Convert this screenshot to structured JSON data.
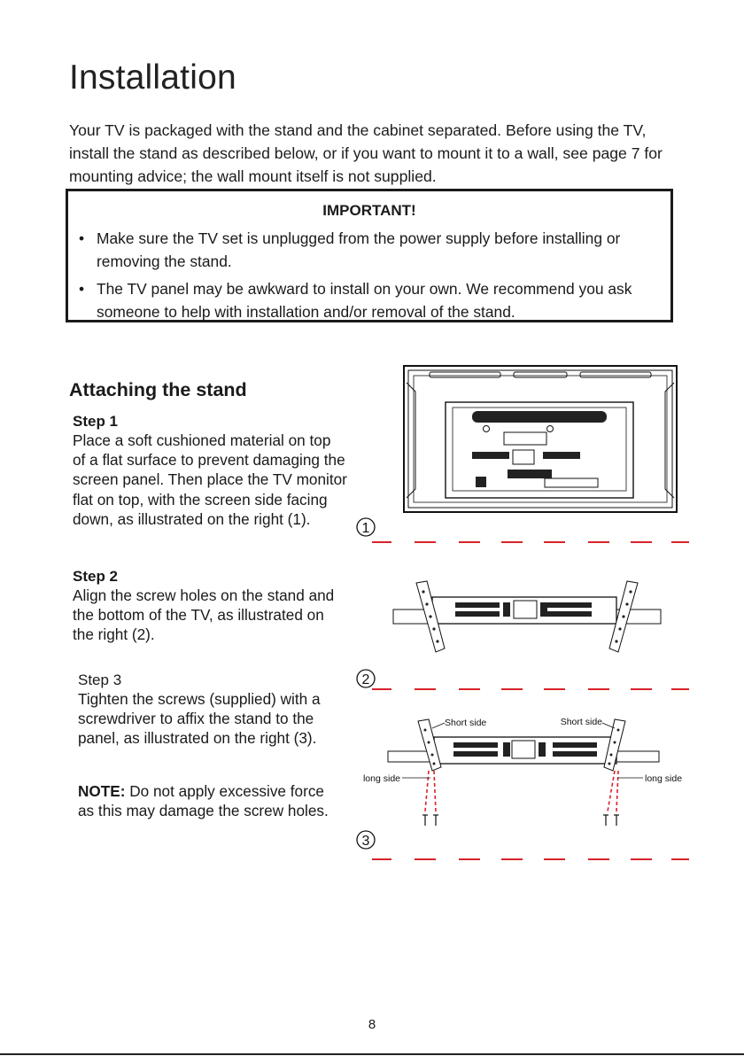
{
  "title": "Installation",
  "intro": "Your TV is packaged with the stand and the cabinet separated. Before using the TV, install the stand as described below, or if you want to mount it to a wall, see page 7 for mounting advice; the wall mount itself is not supplied.",
  "important": {
    "heading": "IMPORTANT!",
    "items": [
      "Make sure the TV set is unplugged from the power supply before installing or removing the stand.",
      "The TV panel may be awkward to install on your own. We recommend you ask someone to help with installation and/or removal of the stand."
    ]
  },
  "section": {
    "heading": "Attaching the stand",
    "steps": [
      {
        "title": "Step 1",
        "text": "Place a soft cushioned material on top of a flat surface to prevent damaging the screen panel. Then place the TV monitor flat on top, with the screen side facing down, as illustrated on the right (1)."
      },
      {
        "title": "Step 2",
        "text": "Align the screw holes on the stand and the bottom of the TV, as illustrated on the right (2)."
      },
      {
        "title": "Step 3",
        "text": "Tighten the screws (supplied) with a screwdriver to affix the stand to the panel, as illustrated on the right (3)."
      }
    ],
    "note_label": "NOTE:",
    "note_text": " Do not apply excessive force as this may damage the screw holes."
  },
  "figures": {
    "fig1_number": "1",
    "fig2_number": "2",
    "fig3_number": "3",
    "short_side_left": "Short side",
    "short_side_right": "Short side",
    "long_side_left": "long side",
    "long_side_right": "long side",
    "accent_red": "#d8232a"
  },
  "page_number": "8"
}
